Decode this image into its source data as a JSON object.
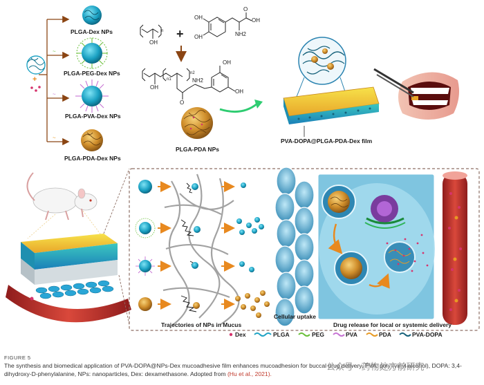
{
  "top": {
    "np_labels": [
      "PLGA-Dex NPs",
      "PLGA-PEG-Dex NPs",
      "PLGA-PVA-Dex NPs",
      "PLGA-PDA-Dex NPs"
    ],
    "chem_oh": "OH",
    "chem_nh2": "NH2",
    "chem_n": "n",
    "chem_n1": "n1",
    "chem_n2": "n2",
    "chem_o": "O",
    "plgapda_label": "PLGA-PDA NPs",
    "film_label": "PVA-DOPA@PLGA-PDA-Dex film"
  },
  "bottom": {
    "mucus_label": "Trajectories of NPs in Mucus",
    "uptake_label": "Cellular uptake",
    "release_label": "Drug release for local or systemic delivery"
  },
  "legend": {
    "items": [
      {
        "label": "Dex",
        "color": "#d6336c"
      },
      {
        "label": "PLGA",
        "color": "#1fa3c4"
      },
      {
        "label": "PEG",
        "color": "#6abf3a"
      },
      {
        "label": "PVA",
        "color": "#c774d4"
      },
      {
        "label": "PDA",
        "color": "#e89a23"
      },
      {
        "label": "PVA-DOPA",
        "color": "#16617a"
      }
    ]
  },
  "caption": {
    "figure_label": "FIGURE 5",
    "text": "The synthesis and biomedical application of PVA-DOPA@NPs-Dex mucoadhesive film enhances mucoadhesion for buccal drug delivery. PVA: poly (vinyl alcohol), DOPA: 3,4-dihydroxy-D-phenylalanine, NPs: nanoparticles, Dex: dexamethasone. Adopted from",
    "ref": "(Hu et al., 2021).",
    "watermark": "公众号 · 药物处方前研究"
  },
  "colors": {
    "plga": "#1fa3c4",
    "peg": "#6abf3a",
    "pva": "#c774d4",
    "pda": "#e89a23",
    "dex": "#d6336c",
    "arrow_brown": "#8b4513",
    "arrow_orange": "#e8891f",
    "arrow_green": "#2ecc71",
    "vessel": "#c0392b"
  }
}
